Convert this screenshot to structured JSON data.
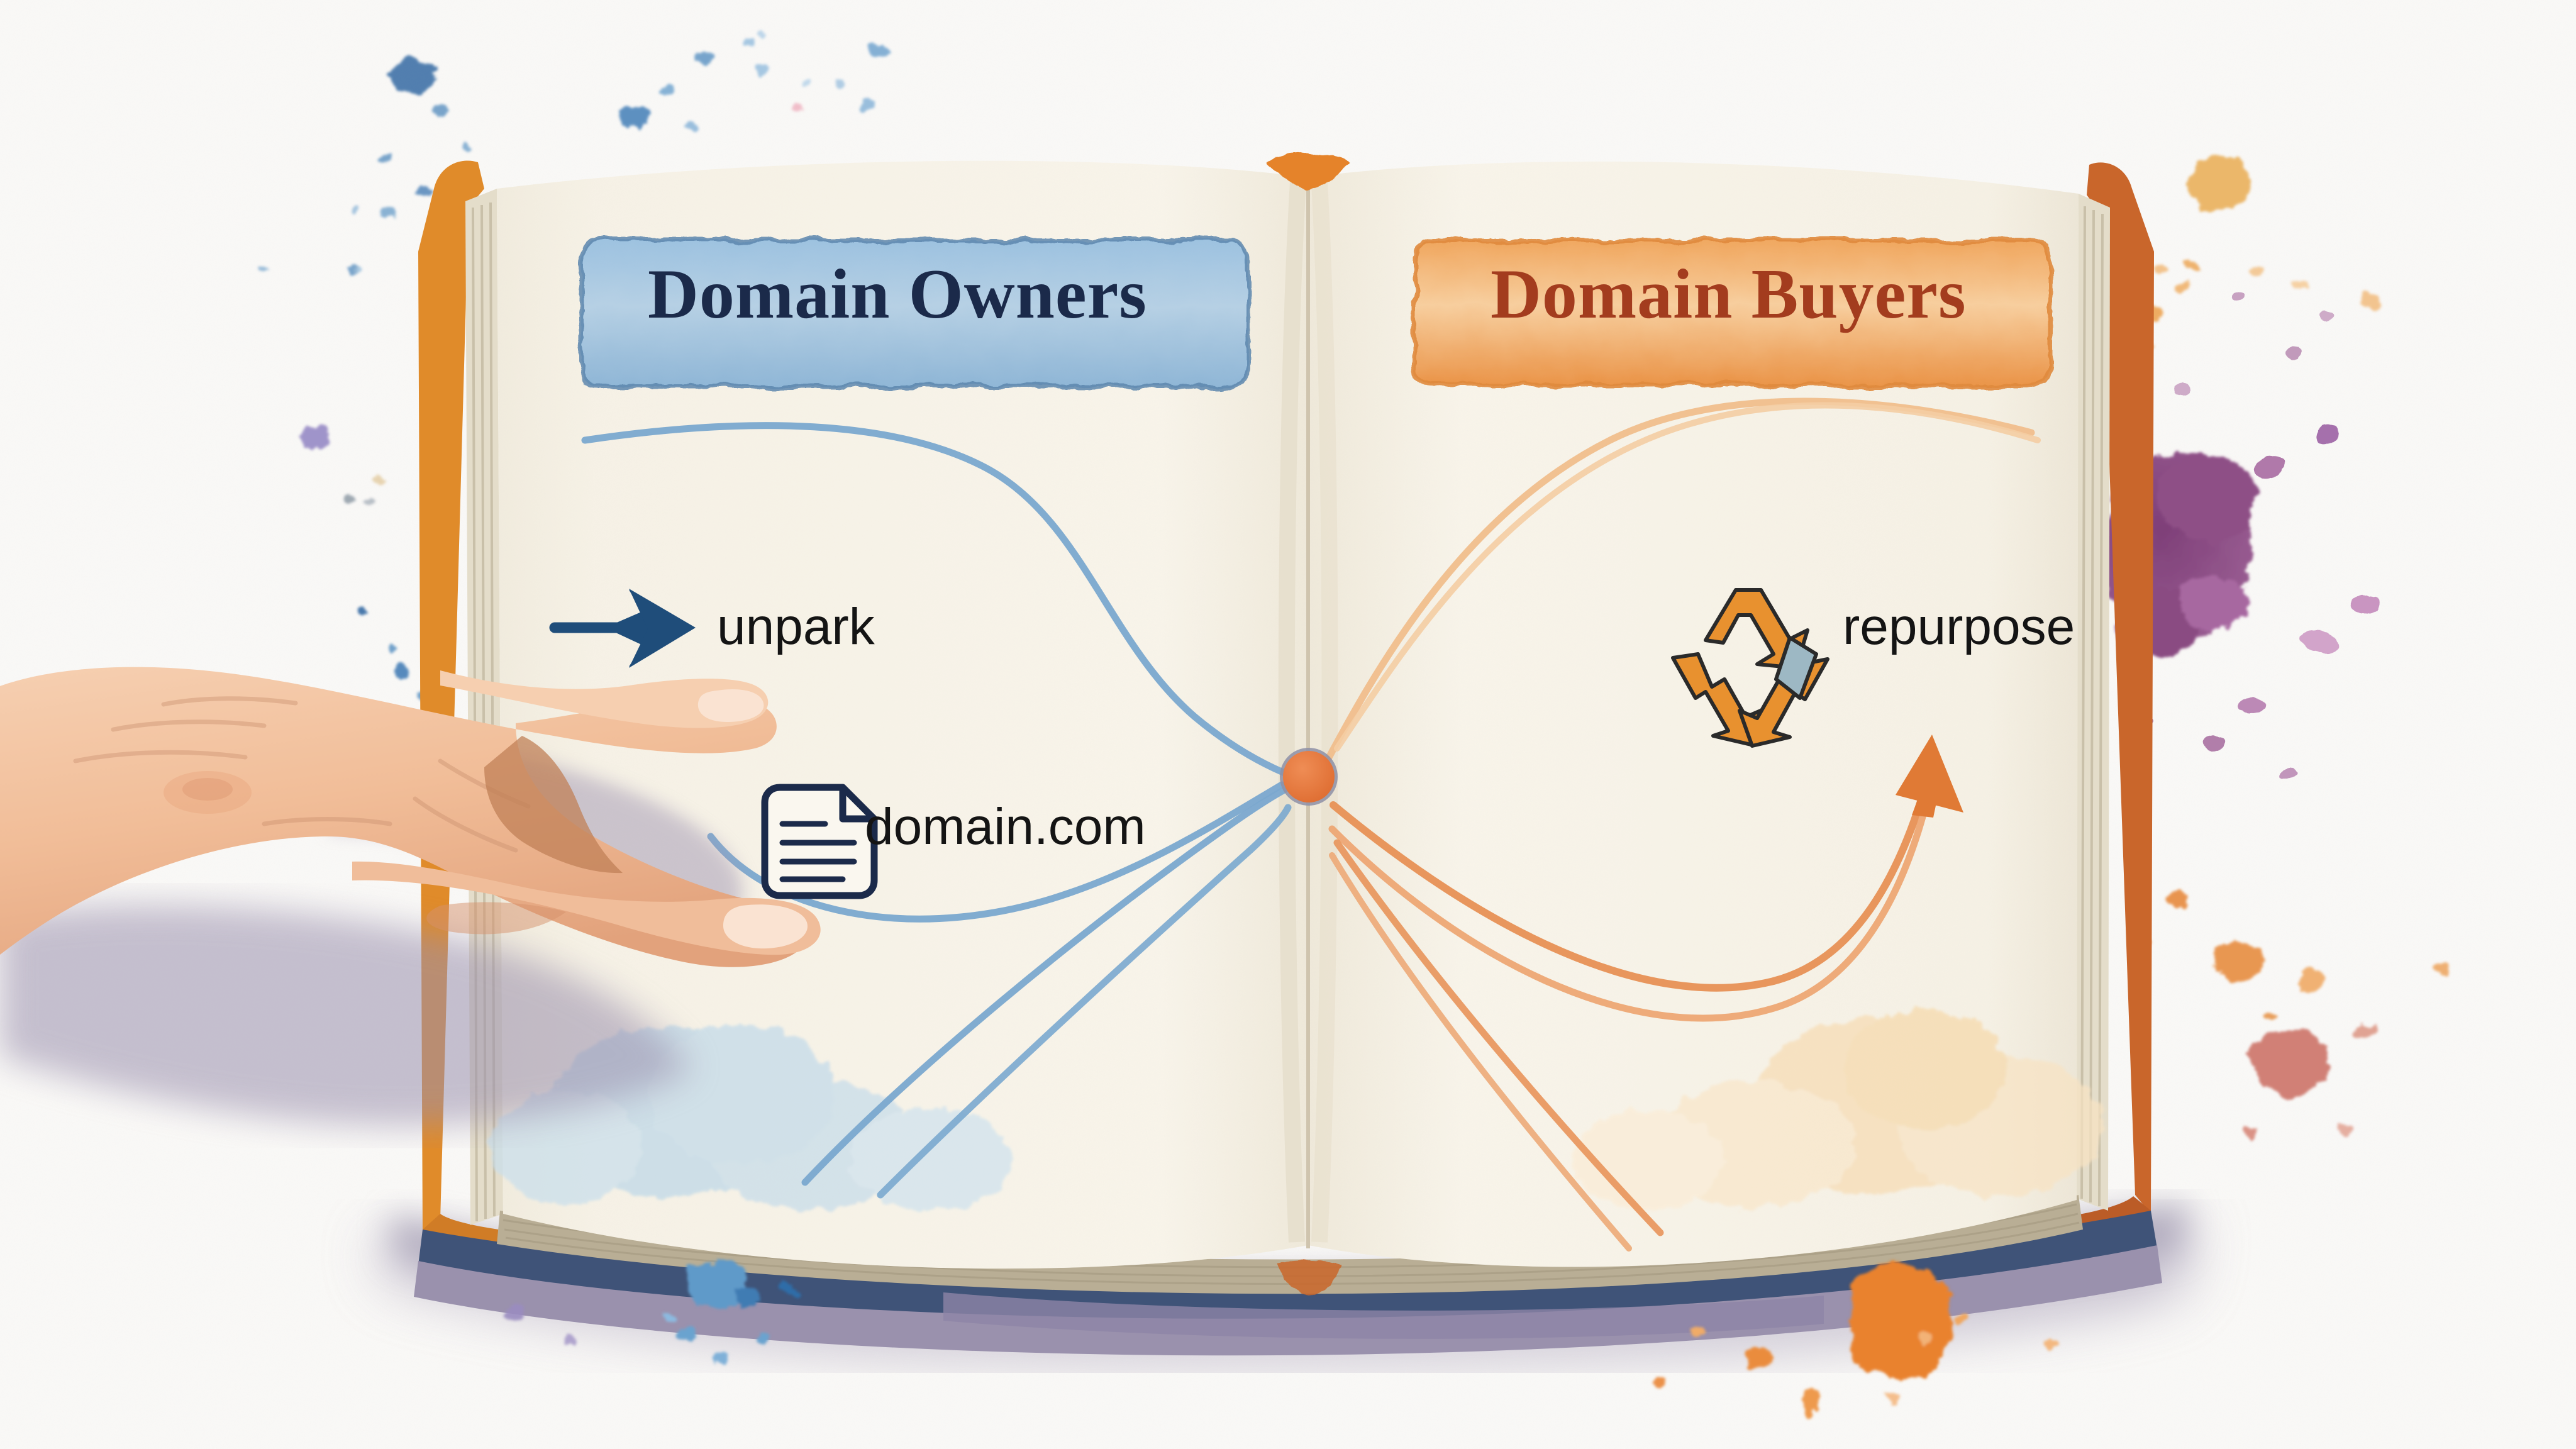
{
  "illustration": {
    "medium": "watercolor",
    "subject": "open book spread with a hand pointing at the left page",
    "background_color": "#fbfaf8",
    "page_color": "#f7f3e8"
  },
  "book": {
    "left_cover_color": "#e08b2a",
    "right_cover_color": "#c9662b",
    "spine_color": "#3f5378",
    "shadow_color": "#9a91ad",
    "bookmark_color": "#e5832b",
    "page_edge_color": "#b9ae95"
  },
  "left_page": {
    "banner": {
      "label": "Domain Owners",
      "text_color": "#1b2a4a",
      "fill_color": "#9cc0de",
      "border_color": "#5d87ae"
    },
    "nodes": [
      {
        "icon": "right-arrow-icon",
        "label": "unpark",
        "icon_color": "#1f4d7a"
      },
      {
        "icon": "document-icon",
        "label": "domain.com",
        "icon_color": "#1b2a4a"
      }
    ],
    "connector_color": "#7aa8cf",
    "cloud_color": "#bed8e8"
  },
  "right_page": {
    "banner": {
      "label": "Domain Buyers",
      "text_color": "#a33c1e",
      "fill_color": "#f3b278",
      "border_color": "#e08a3c"
    },
    "nodes": [
      {
        "icon": "recycle-icon",
        "label": "repurpose",
        "icon_color": "#e8912f"
      }
    ],
    "connector_color": "#e8945a",
    "arrow_color": "#e07a35",
    "cloud_color": "#f7dcb4"
  },
  "hub": {
    "name": "center-node",
    "fill_color": "#e4763a",
    "stroke_color": "#8d8fa6"
  },
  "splatters": [
    {
      "name": "blue-splatter-top-left",
      "color": "#3f72a8"
    },
    {
      "name": "blue-splatter-left",
      "color": "#2f6ca3"
    },
    {
      "name": "purple-splatter-right",
      "color": "#8e4f86"
    },
    {
      "name": "orange-splatter-right",
      "color": "#e8a24c"
    },
    {
      "name": "orange-drip-bottom",
      "color": "#e9822e"
    },
    {
      "name": "rose-splatter-right",
      "color": "#cf7a6f"
    }
  ],
  "hand": {
    "name": "pointing-hand",
    "skin_color": "#f3c3a0",
    "shadow_color": "#9a90ad",
    "gesture": "index finger pointing right at the open book"
  }
}
